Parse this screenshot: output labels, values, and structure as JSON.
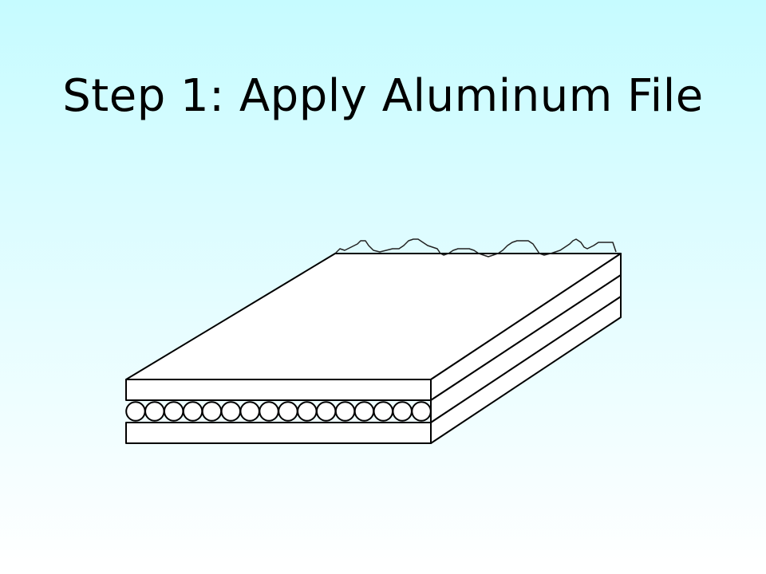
{
  "slide": {
    "title": "Step 1: Apply Aluminum File"
  },
  "diagram": {
    "description_layers": [
      "top-layer",
      "fiber-layer",
      "bottom-layer"
    ],
    "fiber_count": 16,
    "colors": {
      "background_top": "#c6fbff",
      "background_bottom": "#ffffff",
      "line": "#000000",
      "fill": "#ffffff"
    }
  }
}
